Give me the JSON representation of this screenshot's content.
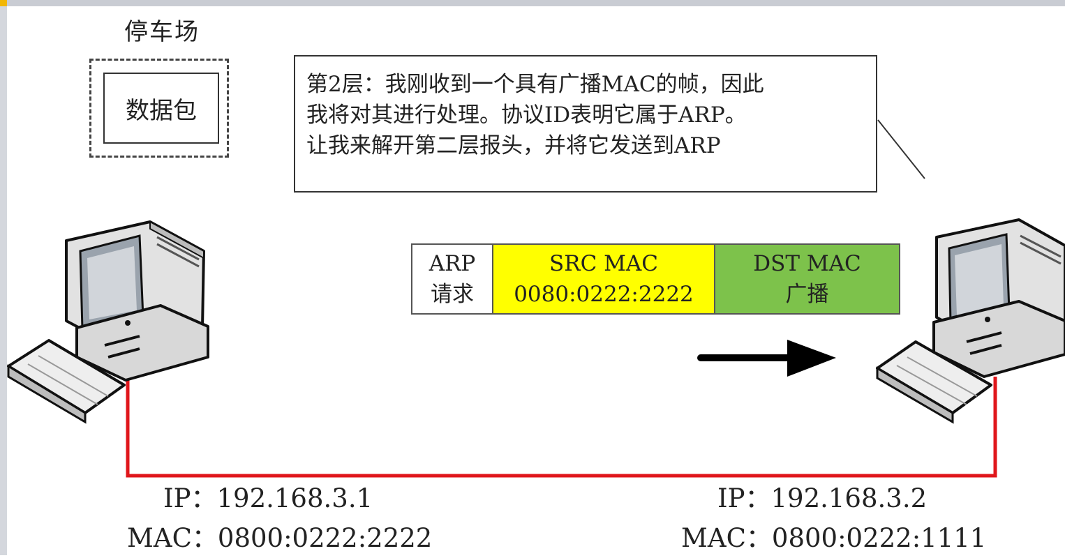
{
  "parking_lot_label": "停车场",
  "packet_label": "数据包",
  "callout_lines": [
    "第2层：我刚收到一个具有广播MAC的帧，因此",
    "我将对其进行处理。协议ID表明它属于ARP。",
    "让我来解开第二层报头，并将它发送到ARP"
  ],
  "frame": {
    "type_line1": "ARP",
    "type_line2": "请求",
    "src_line1": "SRC MAC",
    "src_line2": "0080:0222:2222",
    "dst_line1": "DST MAC",
    "dst_line2": "广播"
  },
  "host_left": {
    "ip": "IP：192.168.3.1",
    "mac": "MAC：0800:0222:2222"
  },
  "host_right": {
    "ip": "IP：192.168.3.2",
    "mac": "MAC：0800:0222:1111"
  },
  "colors": {
    "link": "#e0161b",
    "src_field": "#ffff00",
    "dst_field": "#7dc24b"
  },
  "icons": [
    "desktop-computer-icon",
    "keyboard-icon",
    "right-arrow-icon"
  ]
}
